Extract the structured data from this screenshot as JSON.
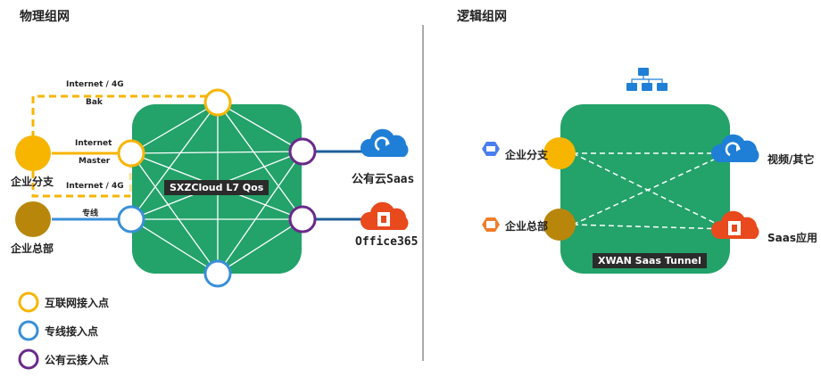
{
  "physical": {
    "title": "物理组网",
    "core_label": "SXZCloud L7 Qos",
    "branch_label": "企业分支",
    "hq_label": "企业总部",
    "link_internet_bak_1": "Internet / 4G",
    "link_internet_bak_2": "Bak",
    "link_internet_master_1": "Internet",
    "link_internet_master_2": "Master",
    "link_internet_4g": "Internet / 4G",
    "link_dedicated": "专线",
    "cloud_saas_label": "公有云Saas",
    "office_label": "Office365",
    "legend": [
      {
        "label": "互联网接入点",
        "color": "#f7b500"
      },
      {
        "label": "专线接入点",
        "color": "#3a8fd8"
      },
      {
        "label": "公有云接入点",
        "color": "#6a2a8a"
      }
    ]
  },
  "logical": {
    "title": "逻辑组网",
    "tunnel_label": "XWAN Saas Tunnel",
    "branch_label": "企业分支",
    "hq_label": "企业总部",
    "video_label": "视频/其它",
    "saas_label": "Saas应用"
  },
  "colors": {
    "green": "#23a26a",
    "yellow": "#f7b500",
    "blue": "#3a8fd8",
    "purple": "#6a2a8a",
    "brown": "#b8860b",
    "divider": "#aaaaaa",
    "cloud_blue": "#1f7fd6",
    "office_red": "#e8491d"
  }
}
